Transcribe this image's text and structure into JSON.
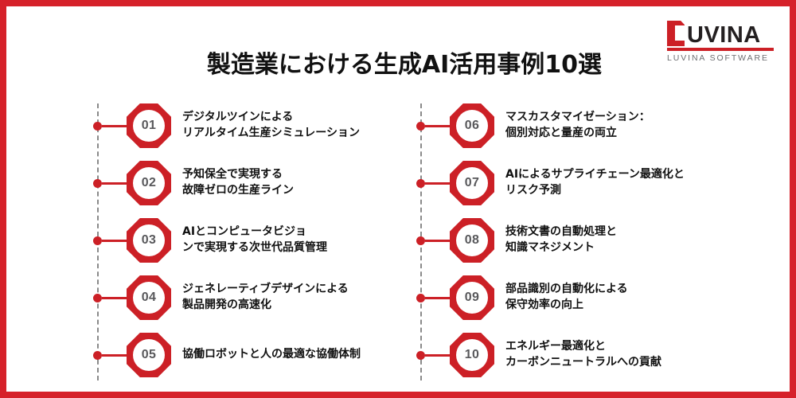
{
  "page": {
    "title": "製造業における生成AI活用事例10選",
    "frame_color": "#d6212a",
    "accent_color": "#cc2026",
    "background_color": "#ffffff",
    "text_color": "#111111",
    "number_color": "#58585b",
    "rail_color": "#8a8a8a"
  },
  "logo": {
    "mark_letter_icon": "luvina-l-mark",
    "wordmark": "UVINA",
    "subtitle": "LUVINA SOFTWARE",
    "color": "#cc2026"
  },
  "columns": {
    "left": {
      "items": [
        {
          "number": "01",
          "text": "デジタルツインによる\nリアルタイム生産シミュレーション"
        },
        {
          "number": "02",
          "text": "予知保全で実現する\n故障ゼロの生産ライン"
        },
        {
          "number": "03",
          "text": "AIとコンピュータビジョ\nンで実現する次世代品質管理"
        },
        {
          "number": "04",
          "text": "ジェネレーティブデザインによる\n製品開発の高速化"
        },
        {
          "number": "05",
          "text": "協働ロボットと人の最適な協働体制"
        }
      ]
    },
    "right": {
      "items": [
        {
          "number": "06",
          "text": "マスカスタマイゼーション：\n個別対応と量産の両立"
        },
        {
          "number": "07",
          "text": "AIによるサプライチェーン最適化と\nリスク予測"
        },
        {
          "number": "08",
          "text": "技術文書の自動処理と\n知識マネジメント"
        },
        {
          "number": "09",
          "text": "部品識別の自動化による\n保守効率の向上"
        },
        {
          "number": "10",
          "text": "エネルギー最適化と\nカーボンニュートラルへの貢献"
        }
      ]
    }
  }
}
